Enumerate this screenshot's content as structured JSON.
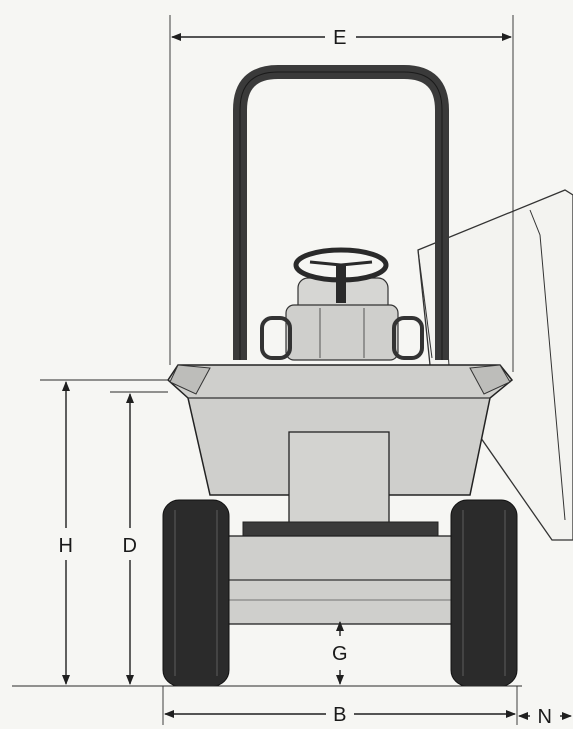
{
  "diagram": {
    "dimensions": {
      "E": "E",
      "H": "H",
      "D": "D",
      "G": "G",
      "B": "B",
      "N": "N"
    },
    "colors": {
      "body": "#cfcfcc",
      "body_dark": "#b9b9b6",
      "tire": "#2b2b2b",
      "frame": "#3a3a3a",
      "line": "#1f1f1f",
      "background": "#f6f6f3"
    }
  }
}
